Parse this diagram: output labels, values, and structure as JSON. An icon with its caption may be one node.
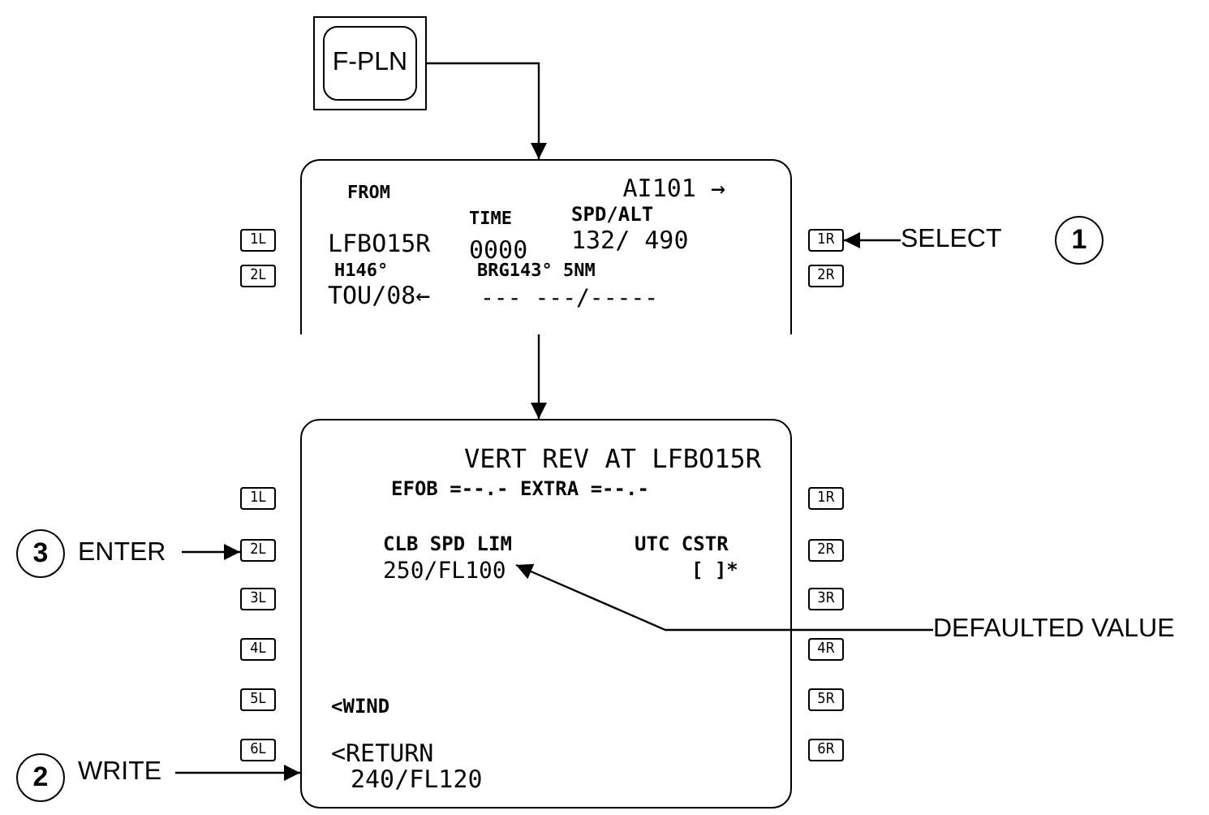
{
  "diagram": {
    "nodes": [
      {
        "text": [
          "F-PLN"
        ]
      },
      {
        "text": [
          "FROM",
          "AI101 →",
          "TIME",
          "SPD/ALT",
          "LFBO15R",
          "0000",
          "132/ 490",
          "H146°",
          "BRG143° 5NM",
          "TOU/08←",
          "--- ---/-----"
        ]
      },
      {
        "text": [
          "1L"
        ]
      },
      {
        "text": [
          "2L"
        ]
      },
      {
        "text": [
          "1R"
        ]
      },
      {
        "text": [
          "2R"
        ]
      },
      {
        "text": [
          "VERT REV AT LFBO15R",
          "EFOB =--.- EXTRA =--.-",
          "CLB SPD LIM",
          "UTC CSTR",
          "250/FL100",
          "[ ]*",
          "<WIND",
          "<RETURN",
          "240/FL120"
        ]
      },
      {
        "text": [
          "1L"
        ]
      },
      {
        "text": [
          "2L"
        ]
      },
      {
        "text": [
          "3L"
        ]
      },
      {
        "text": [
          "4L"
        ]
      },
      {
        "text": [
          "5L"
        ]
      },
      {
        "text": [
          "6L"
        ]
      },
      {
        "text": [
          "1R"
        ]
      },
      {
        "text": [
          "2R"
        ]
      },
      {
        "text": [
          "3R"
        ]
      },
      {
        "text": [
          "4R"
        ]
      },
      {
        "text": [
          "5R"
        ]
      },
      {
        "text": [
          "6R"
        ]
      },
      {
        "text": [
          "SELECT"
        ],
        "beside": [
          "1"
        ]
      },
      {
        "text": [
          "ENTER"
        ],
        "beside": [
          "3"
        ]
      },
      {
        "text": [
          "DEFAULTED VALUE"
        ]
      },
      {
        "text": [
          "WRITE"
        ],
        "beside": [
          "2"
        ]
      }
    ],
    "edges": [
      {
        "from": 0,
        "to": 1,
        "arrow": "to"
      },
      {
        "from": 1,
        "to": 6,
        "arrow": "to"
      },
      {
        "from": 19,
        "to": 4,
        "arrow": "to"
      },
      {
        "from": 20,
        "to": 8,
        "arrow": "to"
      },
      {
        "from": 21,
        "to": 6,
        "arrow": "to"
      },
      {
        "from": 22,
        "to": 6,
        "arrow": "to"
      }
    ]
  }
}
